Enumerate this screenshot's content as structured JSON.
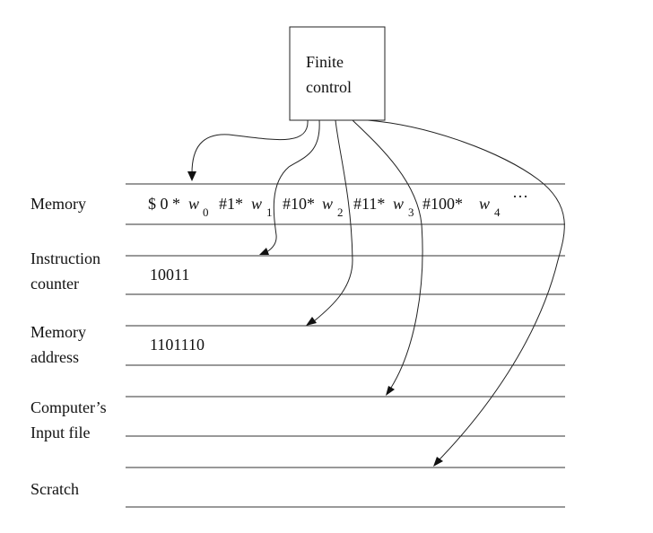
{
  "finite_control": {
    "line1": "Finite",
    "line2": "control"
  },
  "tapes": [
    {
      "label_line1": "Memory",
      "label_line2": ""
    },
    {
      "label_line1": "Instruction",
      "label_line2": "counter",
      "content": "10011"
    },
    {
      "label_line1": "Memory",
      "label_line2": "address",
      "content": "1101110"
    },
    {
      "label_line1": "Computer’s",
      "label_line2": "Input file"
    },
    {
      "label_line1": "Scratch",
      "label_line2": ""
    }
  ],
  "memory_content": {
    "t0": "$ 0 *",
    "w": "w",
    "s0": "0",
    "t1": "#1*",
    "s1": "1",
    "t2": "#10*",
    "s2": "2",
    "t3": "#11*",
    "s3": "3",
    "t4": "#100*",
    "s4": "4",
    "ellipsis": "···"
  }
}
